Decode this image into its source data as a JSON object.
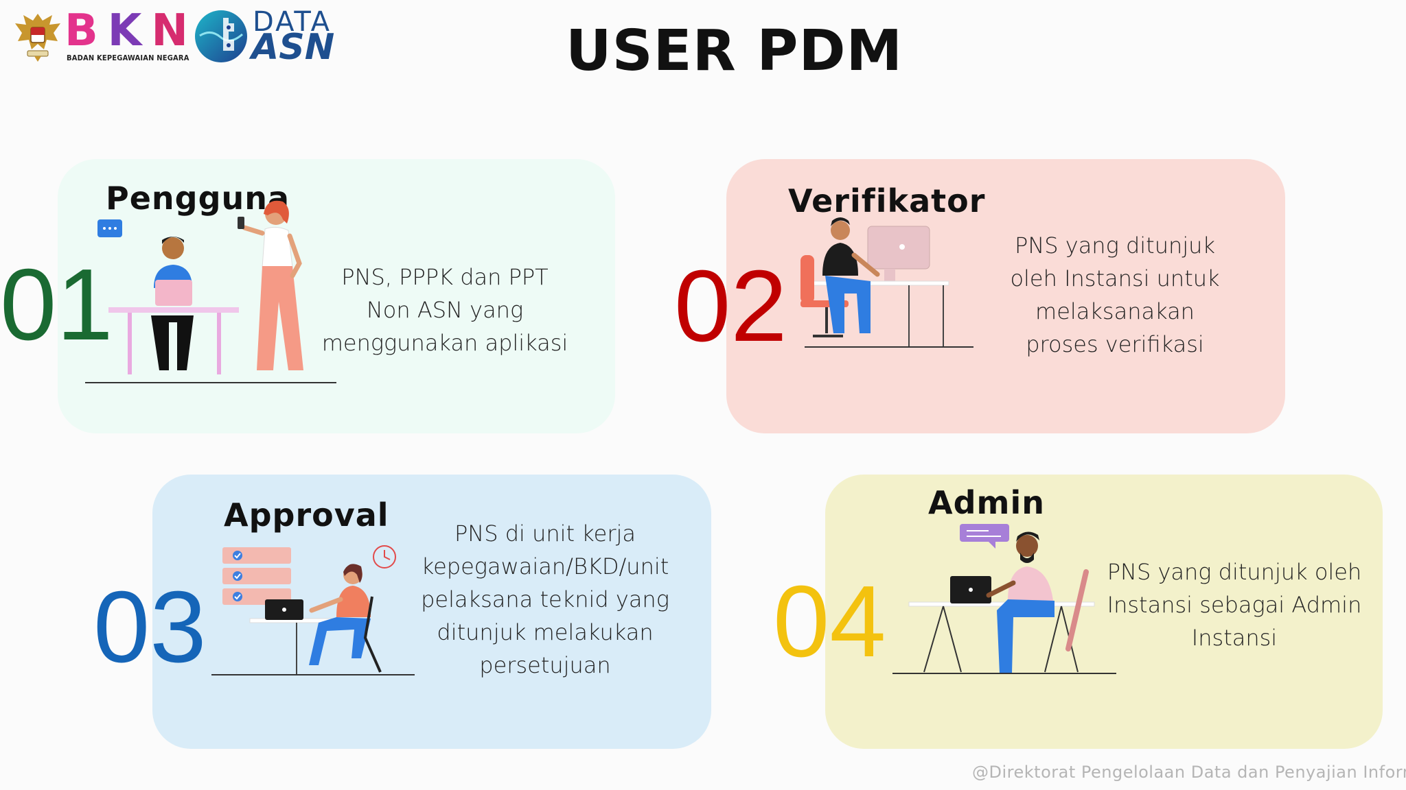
{
  "header": {
    "bkn_letters": [
      "B",
      "K",
      "N"
    ],
    "bkn_subtitle": "BADAN KEPEGAWAIAN NEGARA",
    "dataasn_line1": "DATA",
    "dataasn_line2": "ASN",
    "title": "USER PDM"
  },
  "colors": {
    "bkn_b": "#e3338c",
    "bkn_k": "#7c3bb5",
    "bkn_n": "#d62c6f",
    "dataasn_blue": "#1e4f8f",
    "num_01": "#1a6a32",
    "num_02": "#c00000",
    "num_03": "#1565b8",
    "num_04": "#f3c20f",
    "card_pengguna": "#eefbf6",
    "card_verifikator": "#fadcd7",
    "card_approval": "#d9ecf8",
    "card_admin": "#f3f1cb"
  },
  "cards": [
    {
      "number": "01",
      "title": "Pengguna",
      "desc": [
        "PNS, PPPK dan PPT",
        "Non ASN yang",
        "menggunakan aplikasi"
      ]
    },
    {
      "number": "02",
      "title": "Verifikator",
      "desc": [
        "PNS yang ditunjuk",
        "oleh Instansi untuk",
        "melaksanakan",
        "proses verifikasi"
      ]
    },
    {
      "number": "03",
      "title": "Approval",
      "desc": [
        "PNS di unit kerja",
        "kepegawaian/BKD/unit",
        "pelaksana teknid yang",
        "ditunjuk melakukan",
        "persetujuan"
      ]
    },
    {
      "number": "04",
      "title": "Admin",
      "desc": [
        "PNS yang ditunjuk oleh",
        "Instansi sebagai Admin",
        "Instansi"
      ]
    }
  ],
  "footer": {
    "credit": "@Direktorat Pengelolaan Data dan Penyajian Informasi"
  }
}
